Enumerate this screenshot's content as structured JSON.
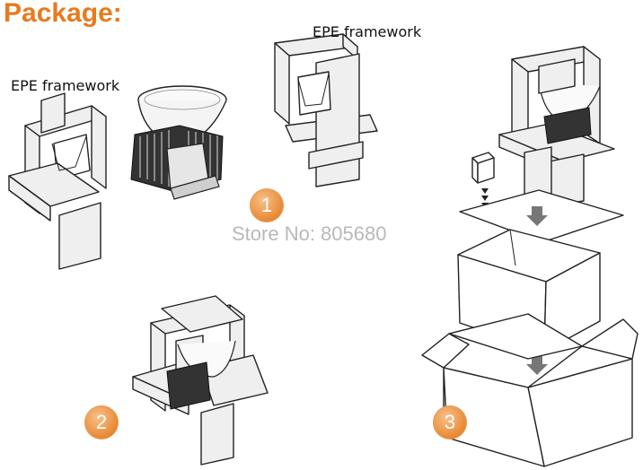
{
  "title": "Package:",
  "labels": {
    "epe_left": "EPE framework",
    "epe_top": "EPE framework"
  },
  "watermark": "Store No: 805680",
  "steps": [
    "1",
    "2",
    "3"
  ],
  "colors": {
    "accent": "#e87a1e",
    "step_badge": "#e8862f",
    "watermark": "#b9b9b9"
  }
}
